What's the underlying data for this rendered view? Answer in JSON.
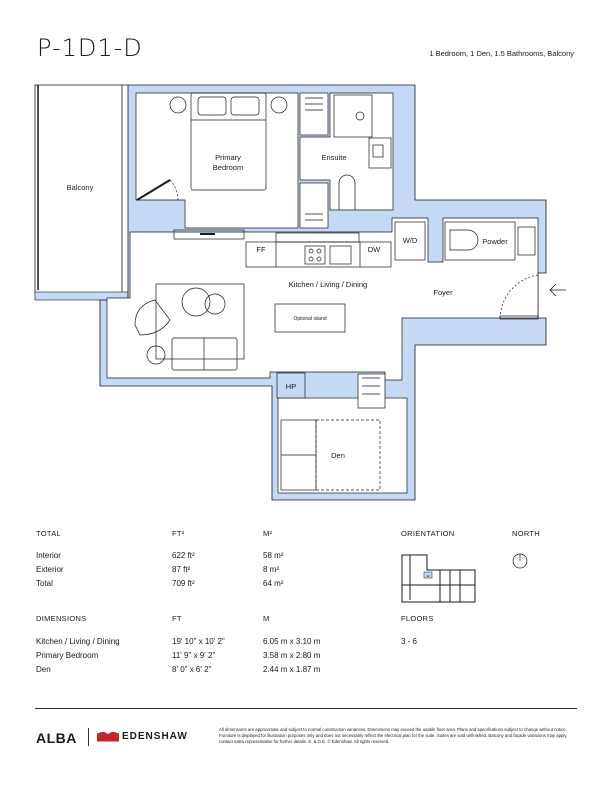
{
  "header": {
    "title": "P-1D1-D",
    "subtitle": "1 Bedroom, 1 Den, 1.5 Bathrooms, Balcony"
  },
  "plan": {
    "rooms": {
      "balcony": "Balcony",
      "bedroom_line1": "Primary",
      "bedroom_line2": "Bedroom",
      "ensuite": "Ensuite",
      "ff": "FF",
      "dw": "DW",
      "wd": "W/D",
      "powder": "Powder",
      "kitchen": "Kitchen / Living / Dining",
      "foyer": "Foyer",
      "island": "Optional island",
      "hp": "HP",
      "den": "Den"
    },
    "entry_icon": "arrow-left-icon",
    "colors": {
      "wall_fill": "#c5d9f5",
      "line": "#1a1a1a"
    }
  },
  "areas": {
    "heading": "TOTAL",
    "col_ft": "FT²",
    "col_m": "M²",
    "rows": [
      {
        "label": "Interior",
        "ft": "622 ft²",
        "m": "58 m²"
      },
      {
        "label": "Exterior",
        "ft": "87 ft²",
        "m": "8 m²"
      },
      {
        "label": "Total",
        "ft": "709 ft²",
        "m": "64 m²"
      }
    ]
  },
  "dimensions": {
    "heading": "DIMENSIONS",
    "col_ft": "FT",
    "col_m": "M",
    "rows": [
      {
        "label": "Kitchen / Living / Dining",
        "ft": "19' 10\" x 10' 2\"",
        "m": "6.05 m x 3.10 m"
      },
      {
        "label": "Primary Bedroom",
        "ft": "11' 9\" x 9' 2\"",
        "m": "3.58 m x 2.80 m"
      },
      {
        "label": "Den",
        "ft": "8' 0\" x 6' 2\"",
        "m": "2.44 m x 1.87 m"
      }
    ]
  },
  "orientation": {
    "heading": "ORIENTATION",
    "key_label": "12"
  },
  "north": {
    "heading": "NORTH"
  },
  "floors": {
    "heading": "FLOORS",
    "value": "3 - 6"
  },
  "footer": {
    "logo_alba": "ALBA",
    "logo_edenshaw": "EDENSHAW",
    "disclaimer": "All dimensions are approximate and subject to normal construction variances. Dimensions may exceed the usable floor area. Plans and specifications subject to change without notice. Furniture is displayed for illustration purposes only and does not necessarily reflect the electrical plan for the suite. Suites are sold unfinished. Balcony and façade variations may apply, contact sales representative for further details. E. & O.E. © Edenshaw. All rights reserved."
  }
}
